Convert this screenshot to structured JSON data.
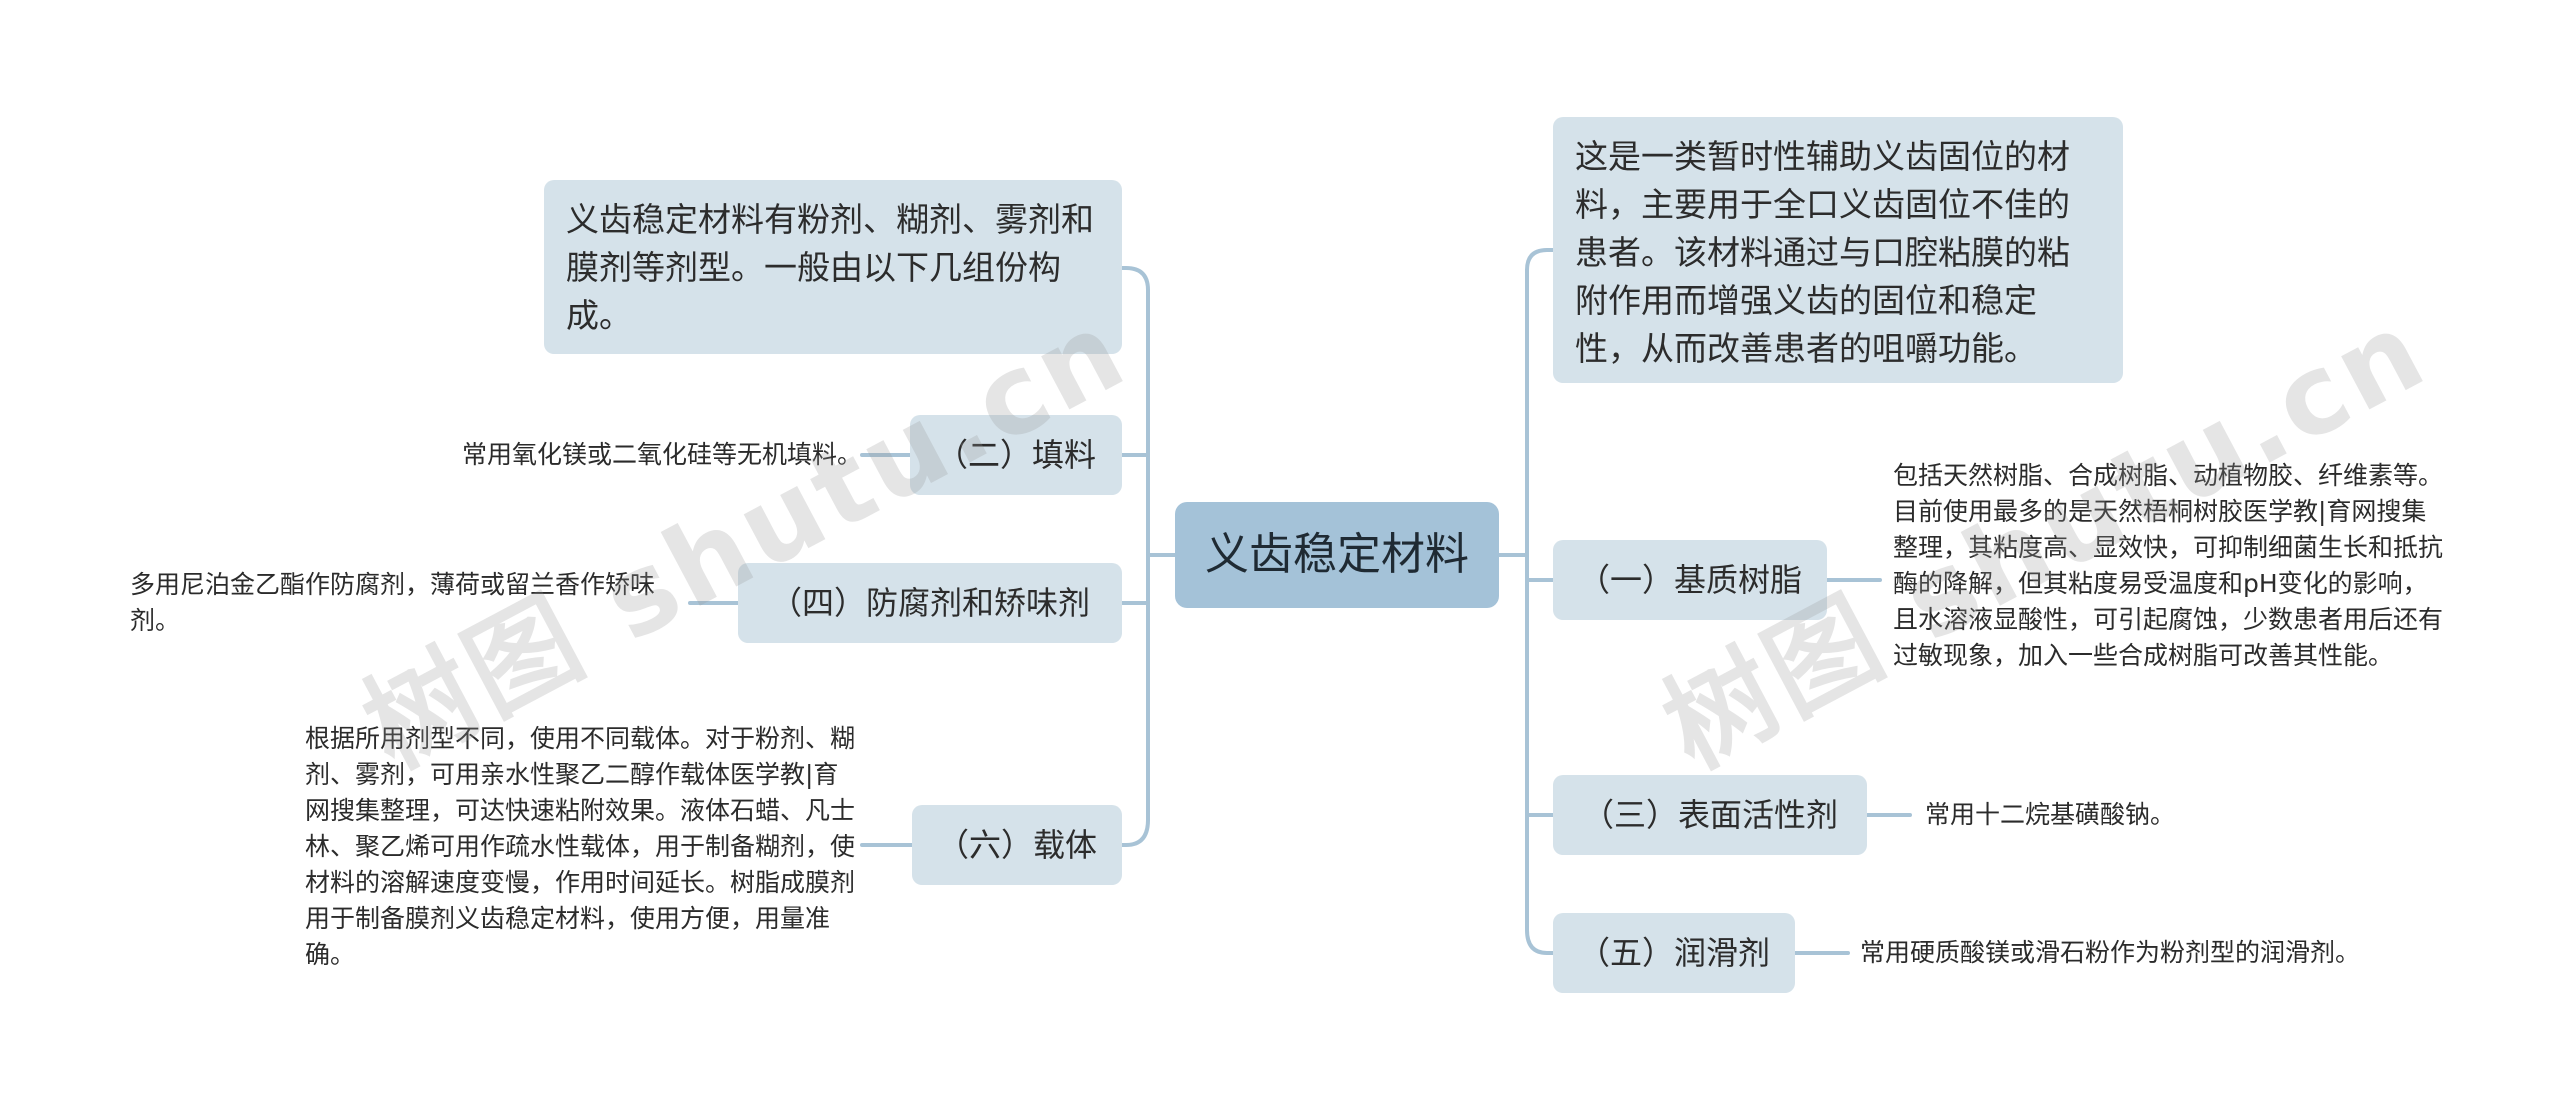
{
  "root": "义齿稳定材料",
  "left": {
    "intro": "义齿稳定材料有粉剂、糊剂、雾剂和膜剂等剂型。一般由以下几组份构成。",
    "filler": {
      "label": "（二）填料",
      "note": "常用氧化镁或二氧化硅等无机填料。"
    },
    "preservative": {
      "label": "（四）防腐剂和矫味剂",
      "note": "多用尼泊金乙酯作防腐剂，薄荷或留兰香作矫味剂。"
    },
    "carrier": {
      "label": "（六）载体",
      "note": "根据所用剂型不同，使用不同载体。对于粉剂、糊剂、雾剂，可用亲水性聚乙二醇作载体医学教|育网搜集整理，可达快速粘附效果。液体石蜡、凡士林、聚乙烯可用作疏水性载体，用于制备糊剂，使材料的溶解速度变慢，作用时间延长。树脂成膜剂用于制备膜剂义齿稳定材料，使用方便，用量准确。"
    }
  },
  "right": {
    "intro": "这是一类暂时性辅助义齿固位的材料，主要用于全口义齿固位不佳的患者。该材料通过与口腔粘膜的粘附作用而增强义齿的固位和稳定性，从而改善患者的咀嚼功能。",
    "resin": {
      "label": "（一）基质树脂",
      "note": "包括天然树脂、合成树脂、动植物胶、纤维素等。目前使用最多的是天然梧桐树胶医学教|育网搜集整理，其粘度高、显效快，可抑制细菌生长和抵抗酶的降解，但其粘度易受温度和pH变化的影响，且水溶液显酸性，可引起腐蚀，少数患者用后还有过敏现象，加入一些合成树脂可改善其性能。"
    },
    "surfactant": {
      "label": "（三）表面活性剂",
      "note": "常用十二烷基磺酸钠。"
    },
    "lubricant": {
      "label": "（五）润滑剂",
      "note": "常用硬质酸镁或滑石粉作为粉剂型的润滑剂。"
    }
  },
  "watermark": "树图 shutu.cn",
  "colors": {
    "line": "#a8c3d6",
    "node": "#d5e2ea",
    "root": "#a4c2d8"
  }
}
